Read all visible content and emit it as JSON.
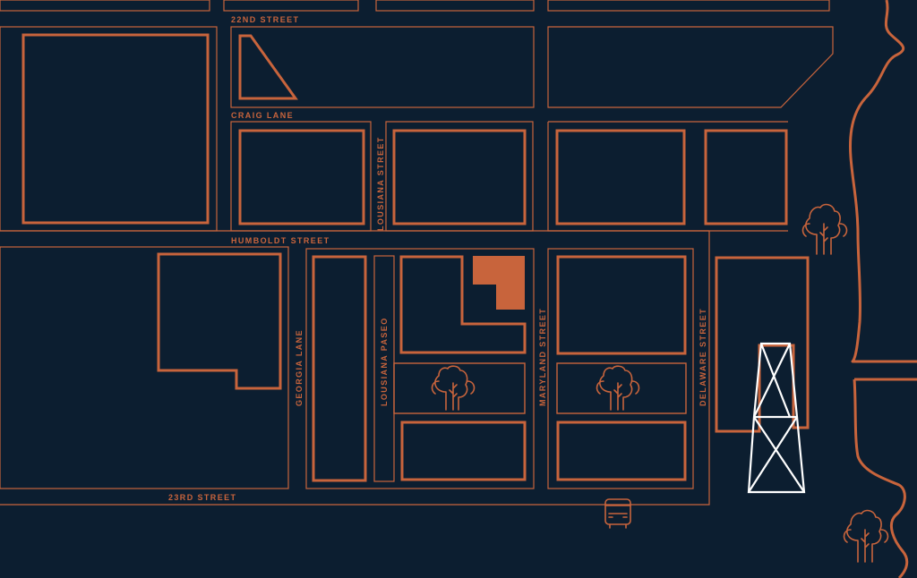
{
  "map": {
    "colors": {
      "background": "#0c1e30",
      "accent": "#c8643c",
      "landmark": "#ffffff"
    },
    "streets": {
      "street_22nd": "22ND STREET",
      "craig_lane": "CRAIG LANE",
      "humboldt_street": "HUMBOLDT STREET",
      "street_23rd": "23RD STREET",
      "louisiana_street": "LOUSIANA STREET",
      "georgia_lane": "GEORGIA LANE",
      "louisiana_paseo": "LOUSIANA PASEO",
      "maryland_street": "MARYLAND STREET",
      "delaware_street": "DELAWARE STREET"
    },
    "icons": [
      "park-tree-icon",
      "bus-stop-icon",
      "landmark-building-icon",
      "highlighted-property"
    ]
  }
}
